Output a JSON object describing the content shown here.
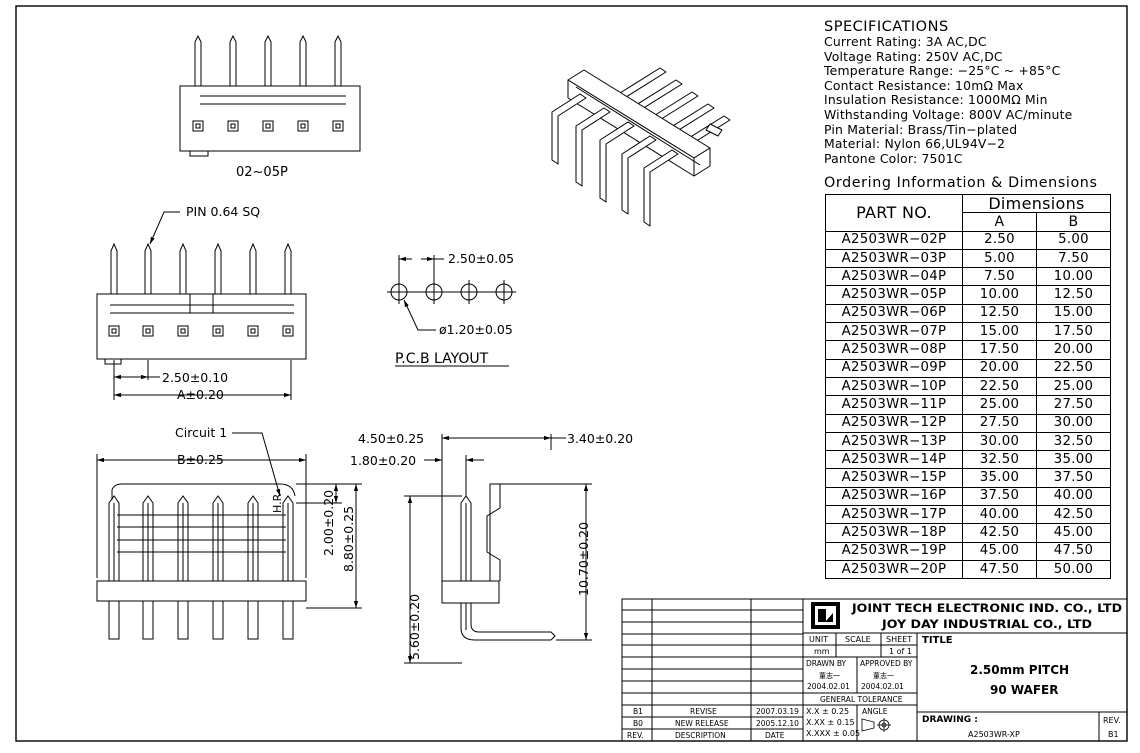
{
  "specifications": {
    "title": "SPECIFICATIONS",
    "lines": [
      "Current Rating: 3A AC,DC",
      "Voltage Rating: 250V AC,DC",
      "Temperature Range: −25°C ~ +85°C",
      "Contact Resistance: 10mΩ Max",
      "Insulation Resistance: 1000MΩ Min",
      "Withstanding Voltage: 800V AC/minute",
      "Pin Material: Brass/Tin−plated",
      "Material: Nylon 66,UL94V−2",
      "Pantone Color: 7501C"
    ]
  },
  "ordering": {
    "title": "Ordering Information & Dimensions",
    "header_part": "PART NO.",
    "header_dims": "Dimensions",
    "header_a": "A",
    "header_b": "B",
    "rows": [
      {
        "part": "A2503WR−02P",
        "a": "2.50",
        "b": "5.00"
      },
      {
        "part": "A2503WR−03P",
        "a": "5.00",
        "b": "7.50"
      },
      {
        "part": "A2503WR−04P",
        "a": "7.50",
        "b": "10.00"
      },
      {
        "part": "A2503WR−05P",
        "a": "10.00",
        "b": "12.50"
      },
      {
        "part": "A2503WR−06P",
        "a": "12.50",
        "b": "15.00"
      },
      {
        "part": "A2503WR−07P",
        "a": "15.00",
        "b": "17.50"
      },
      {
        "part": "A2503WR−08P",
        "a": "17.50",
        "b": "20.00"
      },
      {
        "part": "A2503WR−09P",
        "a": "20.00",
        "b": "22.50"
      },
      {
        "part": "A2503WR−10P",
        "a": "22.50",
        "b": "25.00"
      },
      {
        "part": "A2503WR−11P",
        "a": "25.00",
        "b": "27.50"
      },
      {
        "part": "A2503WR−12P",
        "a": "27.50",
        "b": "30.00"
      },
      {
        "part": "A2503WR−13P",
        "a": "30.00",
        "b": "32.50"
      },
      {
        "part": "A2503WR−14P",
        "a": "32.50",
        "b": "35.00"
      },
      {
        "part": "A2503WR−15P",
        "a": "35.00",
        "b": "37.50"
      },
      {
        "part": "A2503WR−16P",
        "a": "37.50",
        "b": "40.00"
      },
      {
        "part": "A2503WR−17P",
        "a": "40.00",
        "b": "42.50"
      },
      {
        "part": "A2503WR−18P",
        "a": "42.50",
        "b": "45.00"
      },
      {
        "part": "A2503WR−19P",
        "a": "45.00",
        "b": "47.50"
      },
      {
        "part": "A2503WR−20P",
        "a": "47.50",
        "b": "50.00"
      }
    ]
  },
  "drawing_labels": {
    "small_view": "02~05P",
    "pin_note": "PIN 0.64 SQ",
    "pitch_top": "2.50±0.10",
    "a_dim": "A±0.20",
    "pcb_pitch": "2.50±0.05",
    "pcb_hole": "ø1.20±0.05",
    "pcb_title": "P.C.B LAYOUT",
    "circuit": "Circuit 1",
    "b_dim": "B±0.25",
    "hr": "H.R",
    "dim_2_00": "2.00±0.20",
    "dim_8_80": "8.80±0.25",
    "dim_4_50": "4.50±0.25",
    "dim_1_80": "1.80±0.20",
    "dim_3_40": "3.40±0.20",
    "dim_10_70": "10.70±0.20",
    "dim_5_60": "5.60±0.20"
  },
  "title_block": {
    "company_en": "JOINT TECH ELECTRONIC IND. CO., LTD",
    "company_sub": "JOY DAY INDUSTRIAL CO., LTD",
    "unit_label": "UNIT",
    "unit_value": "mm",
    "scale_label": "SCALE",
    "sheet_label": "SHEET",
    "sheet_value": "1 of 1",
    "title_label": "TITLE",
    "title_line1": "2.50mm PITCH",
    "title_line2": "90 WAFER",
    "drawn_by_label": "DRAWN BY",
    "approved_by_label": "APPROVED BY",
    "drawn_name": "董志一",
    "approved_name": "董志一",
    "drawn_date": "2004.02.01",
    "approved_date": "2004.02.01",
    "general_tolerance": "GENERAL TOLERANCE",
    "tol_1": "X.X ± 0.25",
    "tol_2": "X.XX ± 0.15",
    "tol_3": "X.XXX ± 0.05",
    "angle_label": "ANGLE",
    "drawing_no_label": "DRAWING :",
    "drawing_no": "A2503WR-XP",
    "rev_label": "REV.",
    "rev_value": "B1",
    "rev_rows": [
      {
        "rev": "B1",
        "desc": "REVISE",
        "date": "2007.03.19"
      },
      {
        "rev": "B0",
        "desc": "NEW RELEASE",
        "date": "2005.12.10"
      }
    ],
    "rev_head": "REV.",
    "desc_head": "DESCRIPTION",
    "date_head": "DATE"
  }
}
